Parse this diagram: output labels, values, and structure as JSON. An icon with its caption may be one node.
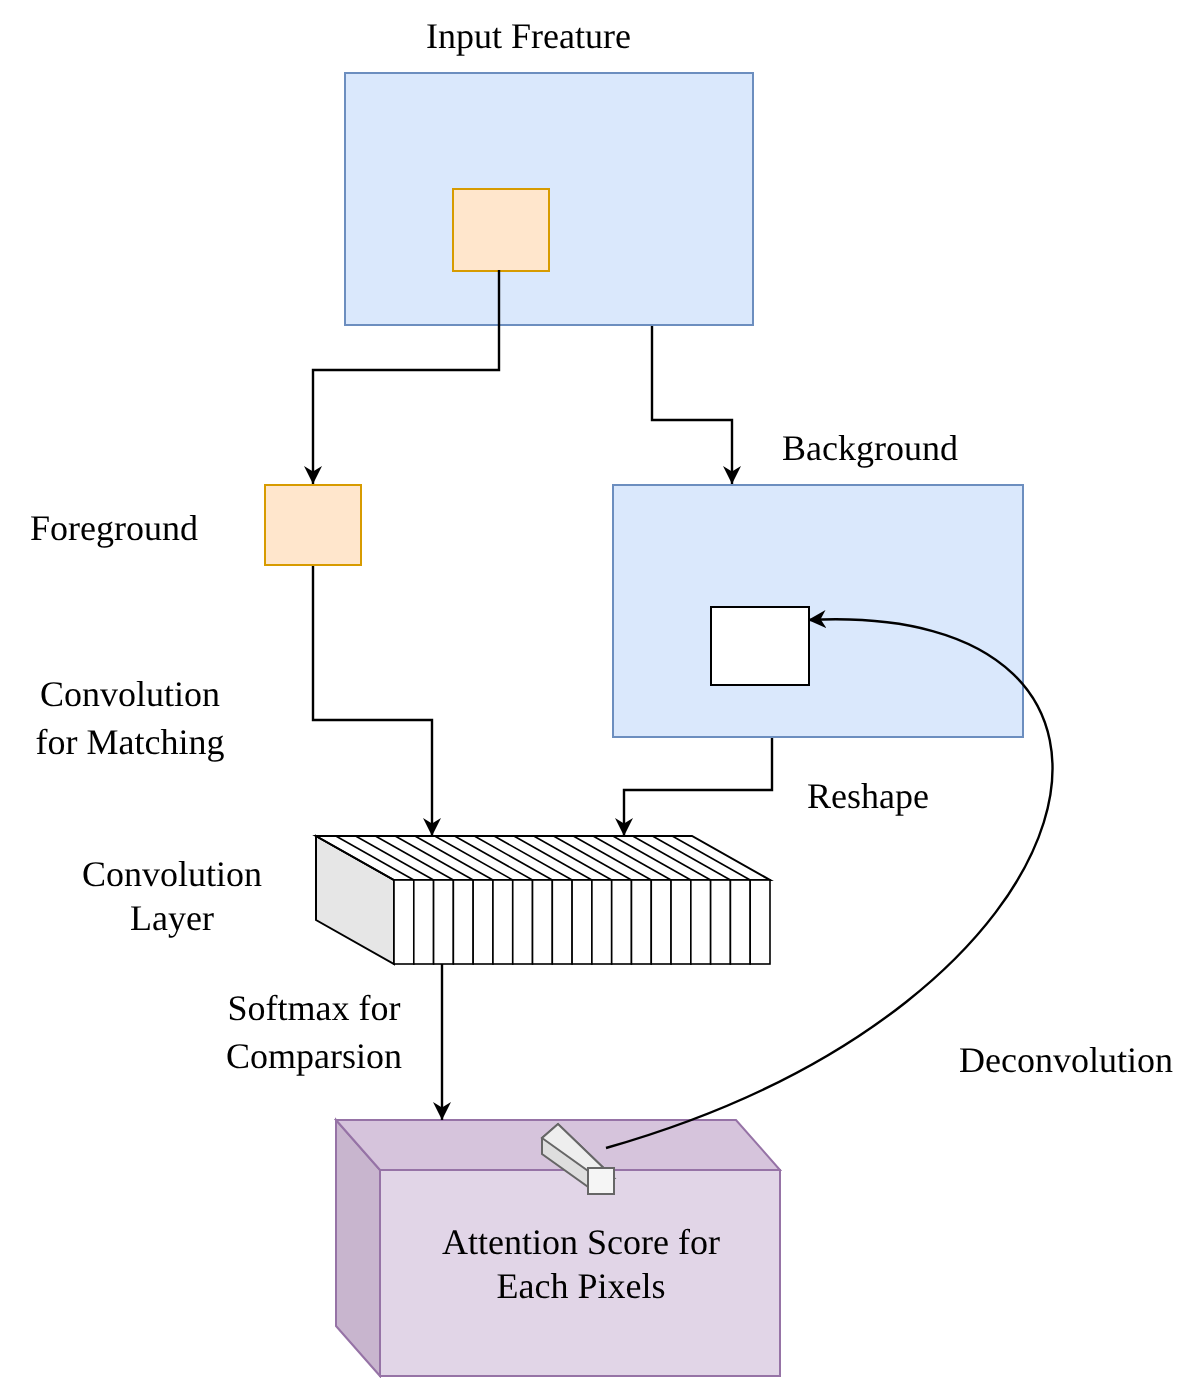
{
  "diagram": {
    "nodes": [
      {
        "text": [
          "Input Freature"
        ]
      },
      {
        "text": [],
        "shape": "box",
        "in": 0
      },
      {
        "text": [
          "Foreground"
        ]
      },
      {
        "text": [
          "Background"
        ]
      },
      {
        "text": [],
        "shape": "box",
        "in": 3
      },
      {
        "text": [
          "Convolution Layer"
        ]
      },
      {
        "text": [
          "Attention Score for Each Pixels"
        ]
      },
      {
        "text": [],
        "shape": "bar"
      }
    ],
    "edges": [
      {
        "from": 1,
        "to": 2,
        "arrow": "to"
      },
      {
        "from": 0,
        "to": 3,
        "arrow": "to"
      },
      {
        "from": 2,
        "to": 5,
        "arrow": "to",
        "label": "Convolution for Matching"
      },
      {
        "from": 3,
        "to": 5,
        "arrow": "to",
        "label": "Reshape"
      },
      {
        "from": 5,
        "to": 6,
        "arrow": "to",
        "label": "Softmax for Comparsion"
      },
      {
        "from": 7,
        "to": 4,
        "arrow": "to",
        "label": "Deconvolution"
      }
    ]
  }
}
